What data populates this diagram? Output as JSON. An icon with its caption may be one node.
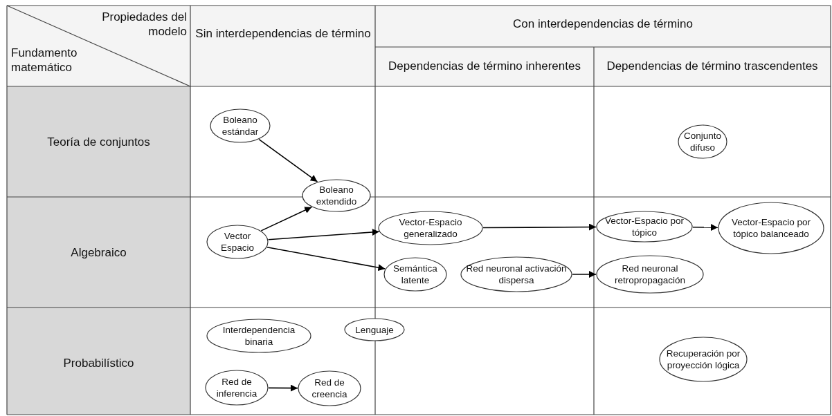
{
  "diagram": {
    "nodes": [
      {
        "text": [
          "Boleano estándar"
        ]
      },
      {
        "text": [
          "Boleano extendido"
        ]
      },
      {
        "text": [
          "Vector Espacio"
        ]
      },
      {
        "text": [
          "Vector-Espacio generalizado"
        ]
      },
      {
        "text": [
          "Semántica latente"
        ]
      },
      {
        "text": [
          "Red neuronal activación dispersa"
        ]
      },
      {
        "text": [
          "Conjunto difuso"
        ]
      },
      {
        "text": [
          "Vector-Espacio por tópico"
        ]
      },
      {
        "text": [
          "Vector-Espacio por tópico balanceado"
        ]
      },
      {
        "text": [
          "Red neuronal retropropagación"
        ]
      },
      {
        "text": [
          "Interdependencia binaria"
        ]
      },
      {
        "text": [
          "Lenguaje"
        ]
      },
      {
        "text": [
          "Red de inferencia"
        ]
      },
      {
        "text": [
          "Red de creencia"
        ]
      },
      {
        "text": [
          "Recuperación por proyección lógica"
        ]
      }
    ],
    "edges": [
      {
        "from": 0,
        "to": 1,
        "arrow": "to"
      },
      {
        "from": 2,
        "to": 1,
        "arrow": "to"
      },
      {
        "from": 2,
        "to": 3,
        "arrow": "to"
      },
      {
        "from": 2,
        "to": 4,
        "arrow": "to"
      },
      {
        "from": 3,
        "to": 7,
        "arrow": "to"
      },
      {
        "from": 7,
        "to": 8,
        "arrow": "to"
      },
      {
        "from": 5,
        "to": 9,
        "arrow": "to"
      },
      {
        "from": 12,
        "to": 13,
        "arrow": "to"
      }
    ],
    "labels": [
      "Propiedades del modelo",
      "Fundamento matemático",
      "Sin interdependencias de término",
      "Con interdependencias de término",
      "Dependencias de término inherentes",
      "Dependencias de término trascendentes",
      "Teoría de conjuntos",
      "Algebraico",
      "Probabilístico"
    ]
  }
}
